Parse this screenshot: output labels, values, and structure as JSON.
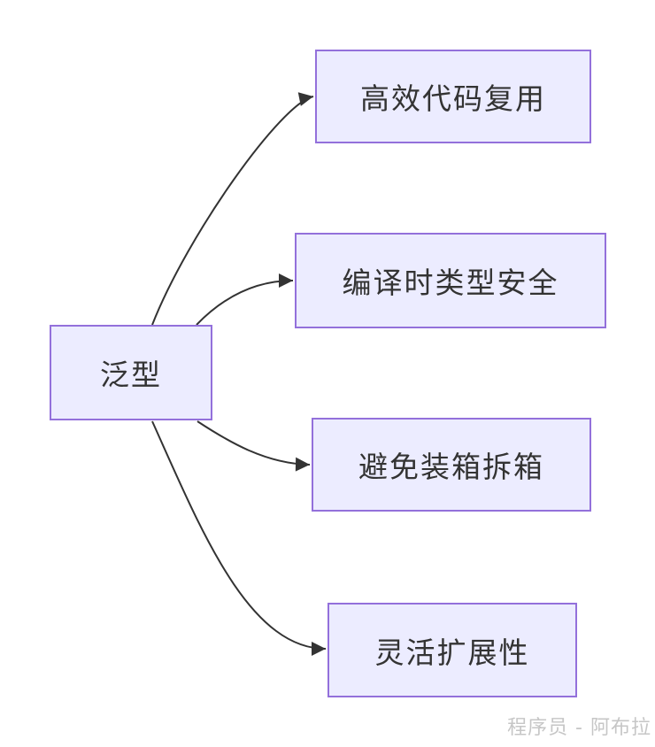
{
  "diagram": {
    "type": "flowchart",
    "root": {
      "label": "泛型"
    },
    "children": [
      {
        "label": "高效代码复用"
      },
      {
        "label": "编译时类型安全"
      },
      {
        "label": "避免装箱拆箱"
      },
      {
        "label": "灵活扩展性"
      }
    ],
    "edges": [
      {
        "from": "泛型",
        "to": "高效代码复用"
      },
      {
        "from": "泛型",
        "to": "编译时类型安全"
      },
      {
        "from": "泛型",
        "to": "避免装箱拆箱"
      },
      {
        "from": "泛型",
        "to": "灵活扩展性"
      }
    ],
    "colors": {
      "node_fill": "#ECECFF",
      "node_border": "#9370DB",
      "edge_stroke": "#333333",
      "text": "#333333",
      "watermark": "#c6c6c6"
    }
  },
  "watermark": {
    "text": "程序员 - 阿布拉"
  }
}
